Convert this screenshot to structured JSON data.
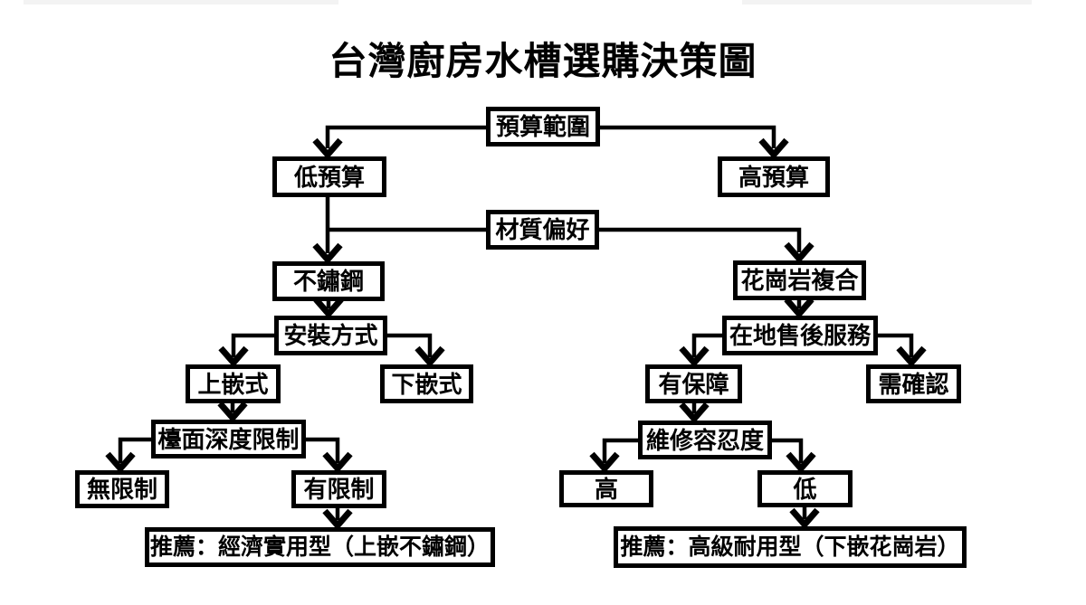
{
  "title": "台灣廚房水槽選購決策圖",
  "colors": {
    "ink": "#000000",
    "background": "#ffffff",
    "box_fill": "#ffffff"
  },
  "nodes": {
    "budget": {
      "label": "預算範圍"
    },
    "low_budget": {
      "label": "低預算"
    },
    "high_budget": {
      "label": "高預算"
    },
    "material": {
      "label": "材質偏好"
    },
    "stainless": {
      "label": "不鏽鋼"
    },
    "granite": {
      "label": "花崗岩複合"
    },
    "install": {
      "label": "安裝方式"
    },
    "service": {
      "label": "在地售後服務"
    },
    "top_mount": {
      "label": "上嵌式"
    },
    "under_mount": {
      "label": "下嵌式"
    },
    "guaranteed": {
      "label": "有保障"
    },
    "need_confirm": {
      "label": "需確認"
    },
    "depth_limit": {
      "label": "檯面深度限制"
    },
    "repair_tol": {
      "label": "維修容忍度"
    },
    "tol_high": {
      "label": "高"
    },
    "tol_low": {
      "label": "低"
    },
    "rec_economic": {
      "label": "推薦：經濟實用型（上嵌不鏽鋼）"
    },
    "rec_premium": {
      "label": "推薦：高級耐用型（下嵌花崗岩）"
    }
  },
  "edges": [
    {
      "from": "預算範圍",
      "to": "低預算"
    },
    {
      "from": "預算範圍",
      "to": "高預算"
    },
    {
      "from": "低預算",
      "to": "不鏽鋼"
    },
    {
      "from": "材質偏好",
      "to": "不鏽鋼"
    },
    {
      "from": "材質偏好",
      "to": "花崗岩複合"
    },
    {
      "from": "不鏽鋼",
      "to": "安裝方式"
    },
    {
      "from": "安裝方式",
      "to": "上嵌式"
    },
    {
      "from": "安裝方式",
      "to": "下嵌式"
    },
    {
      "from": "花崗岩複合",
      "to": "在地售後服務"
    },
    {
      "from": "在地售後服務",
      "to": "有保障"
    },
    {
      "from": "在地售後服務",
      "to": "需確認"
    },
    {
      "from": "上嵌式",
      "to": "檯面深度限制"
    },
    {
      "from": "檯面深度限制",
      "to": "無限制"
    },
    {
      "from": "檯面深度限制",
      "to": "有限制"
    },
    {
      "from": "有保障",
      "to": "維修容忍度"
    },
    {
      "from": "維修容忍度",
      "to": "高"
    },
    {
      "from": "維修容忍度",
      "to": "低"
    },
    {
      "from": "有限制",
      "to": "推薦：經濟實用型（上嵌不鏽鋼）"
    },
    {
      "from": "低",
      "to": "推薦：高級耐用型（下嵌花崗岩）"
    }
  ],
  "extra_nodes": {
    "no_limit": {
      "label": "無限制"
    },
    "has_limit": {
      "label": "有限制"
    }
  }
}
